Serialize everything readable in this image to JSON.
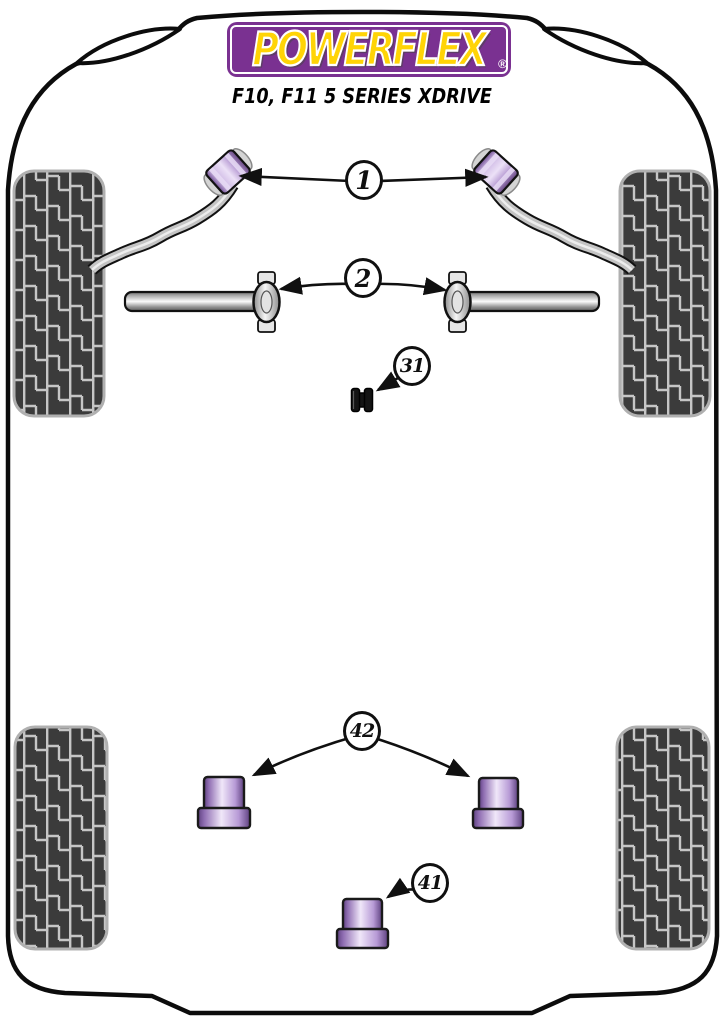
{
  "brand": {
    "name": "POWERFLEX",
    "registered_mark": "®",
    "colors": {
      "logo_background": "#7a3191",
      "logo_text": "#ffd406",
      "logo_inner_border": "#ffffff"
    }
  },
  "vehicle": {
    "label": "F10, F11 5 SERIES XDRIVE"
  },
  "callouts": [
    {
      "label": "1",
      "part": "front-anti-roll-bar-bush",
      "arrow_count": 2
    },
    {
      "label": "2",
      "part": "front-control-arm-inner-bush",
      "arrow_count": 2
    },
    {
      "label": "31",
      "part": "small-black-bush",
      "arrow_count": 1
    },
    {
      "label": "42",
      "part": "rear-subframe-insert-pair",
      "arrow_count": 2
    },
    {
      "label": "41",
      "part": "rear-subframe-insert-single",
      "arrow_count": 1
    }
  ],
  "diagram": {
    "view": "car-underside-top-view",
    "wheel_count": 4,
    "part_colors": {
      "polyurethane_bush_light": "#ece1f7",
      "polyurethane_bush_dark": "#5e4180",
      "metal_bar": "#c4c4c4",
      "black_bush": "#141414",
      "tyre_tread_dark": "#3b3b3b",
      "tyre_tread_light": "#c6c6c6"
    }
  }
}
